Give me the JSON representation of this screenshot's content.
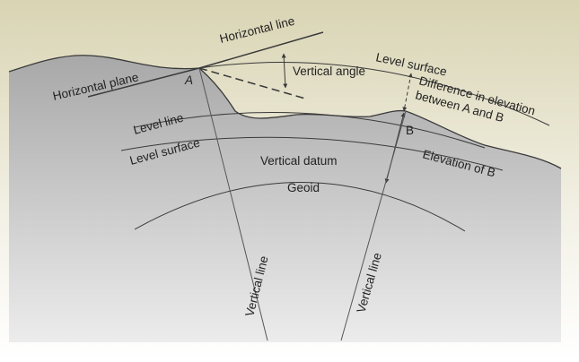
{
  "diagram": {
    "colors": {
      "background_top": "#d9d4b3",
      "background_bottom": "#ffffff",
      "terrain_top": "#a8a8a8",
      "terrain_bottom": "#ececec",
      "line": "#3a3a3a",
      "frame": "#bdbdbd"
    },
    "labels": {
      "horizontal_line": "Horizontal line",
      "level_surface_top": "Level surface",
      "horizontal_plane": "Horizontal plane",
      "point_a": "A",
      "vertical_angle": "Vertical angle",
      "difference_line1": "Difference in elevation",
      "difference_line2": "between A and B",
      "point_b": "B",
      "level_line": "Level line",
      "level_surface_left": "Level surface",
      "vertical_datum": "Vertical datum",
      "elevation_of_b": "Elevation of B",
      "geoid": "Geoid",
      "vertical_line_left": "Vertical line",
      "vertical_line_right": "Vertical line"
    }
  }
}
